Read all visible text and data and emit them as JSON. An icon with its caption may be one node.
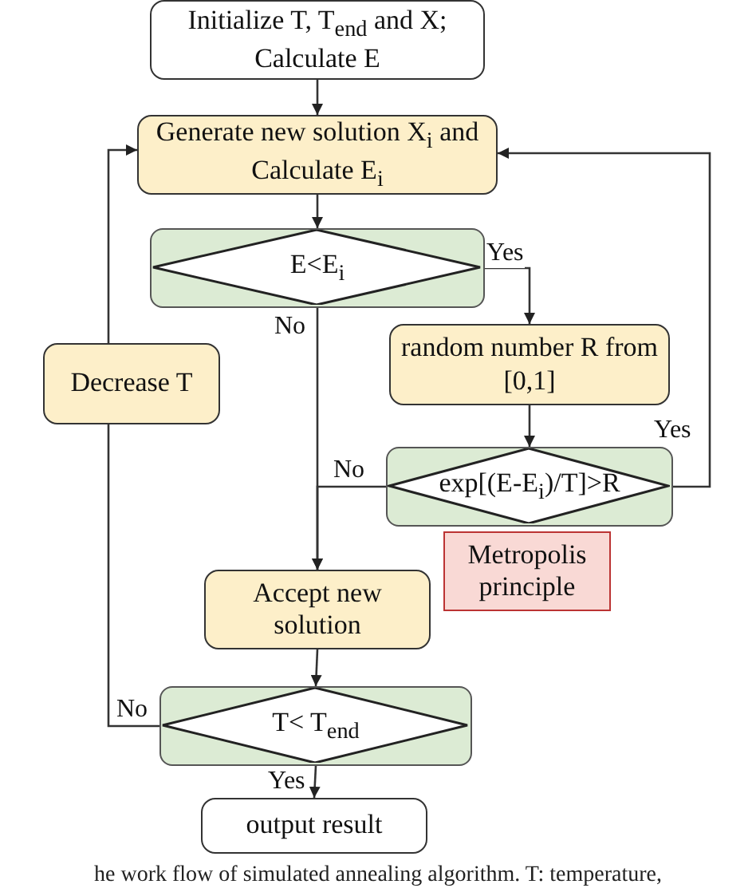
{
  "diagram": {
    "caption": "he work flow of simulated annealing algorithm. T: temperature,",
    "nodes": [
      {
        "text": [
          "Initialize T, T$_{end}$ and X; Calculate E"
        ]
      },
      {
        "text": [
          "Generate new solution X$_{i}$ and Calculate E$_{i}$"
        ]
      },
      {
        "text": [
          "E<E$_{i}$"
        ]
      },
      {
        "text": [
          "random number R from [0,1]"
        ]
      },
      {
        "text": [
          "Decrease T"
        ]
      },
      {
        "text": [
          "exp[(E-E$_{i}$)/T]>R"
        ]
      },
      {
        "text": [
          "Metropolis principle"
        ]
      },
      {
        "text": [
          "Accept new solution"
        ]
      },
      {
        "text": [
          "T< T$_{end}$"
        ]
      },
      {
        "text": [
          "output result"
        ]
      }
    ],
    "edges": [
      {
        "from": 0,
        "to": 1,
        "arrow": "to"
      },
      {
        "from": 1,
        "to": 2,
        "arrow": "to"
      },
      {
        "from": 2,
        "to": 3,
        "arrow": "to",
        "label": "Yes"
      },
      {
        "from": 2,
        "to": 7,
        "arrow": "to",
        "label": "No"
      },
      {
        "from": 3,
        "to": 5,
        "arrow": "to"
      },
      {
        "from": 5,
        "to": 7,
        "arrow": "to",
        "label": "No"
      },
      {
        "from": 5,
        "to": 1,
        "arrow": "to",
        "label": "Yes"
      },
      {
        "from": 7,
        "to": 8,
        "arrow": "to"
      },
      {
        "from": 8,
        "to": 4,
        "arrow": "none",
        "label": "No"
      },
      {
        "from": 4,
        "to": 1,
        "arrow": "to"
      },
      {
        "from": 8,
        "to": 9,
        "arrow": "to",
        "label": "Yes"
      }
    ]
  }
}
